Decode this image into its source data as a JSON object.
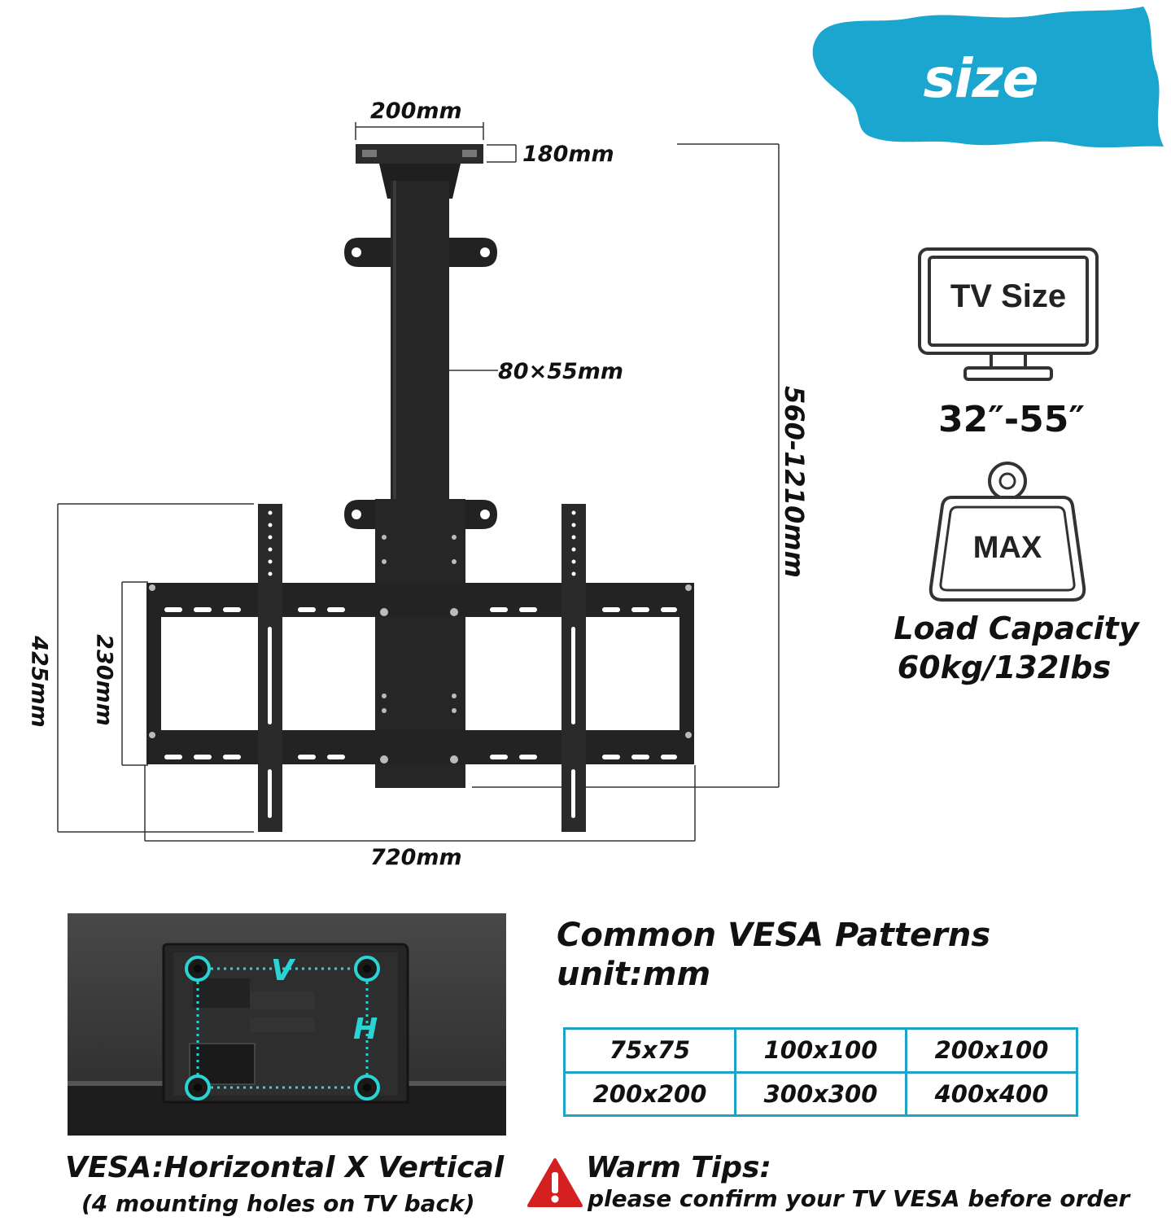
{
  "badge": {
    "label": "size",
    "color": "#1ba6cf"
  },
  "dimensions": {
    "plate_width": "200mm",
    "plate_depth": "180mm",
    "pole_size": "80×55mm",
    "height_range": "560-1210mm",
    "bracket_height": "425mm",
    "frame_height": "230mm",
    "frame_width": "720mm"
  },
  "tv_size": {
    "icon_label": "TV Size",
    "range": "32″-55″"
  },
  "load": {
    "weight_label": "MAX",
    "title": "Load Capacity",
    "value": "60kg/132Ibs"
  },
  "vesa": {
    "title": "Common VESA Patterns",
    "unit": "unit:mm",
    "v_label": "V",
    "h_label": "H",
    "patterns": [
      [
        "75x75",
        "100x100",
        "200x100"
      ],
      [
        "200x200",
        "300x300",
        "400x400"
      ]
    ],
    "caption_main": "VESA:Horizontal X Vertical",
    "caption_sub": "(4 mounting holes on TV back)",
    "accent_color": "#1ea3c7"
  },
  "tips": {
    "title": "Warm Tips:",
    "text": "please confirm your TV VESA before order",
    "warning_color": "#d42020"
  }
}
